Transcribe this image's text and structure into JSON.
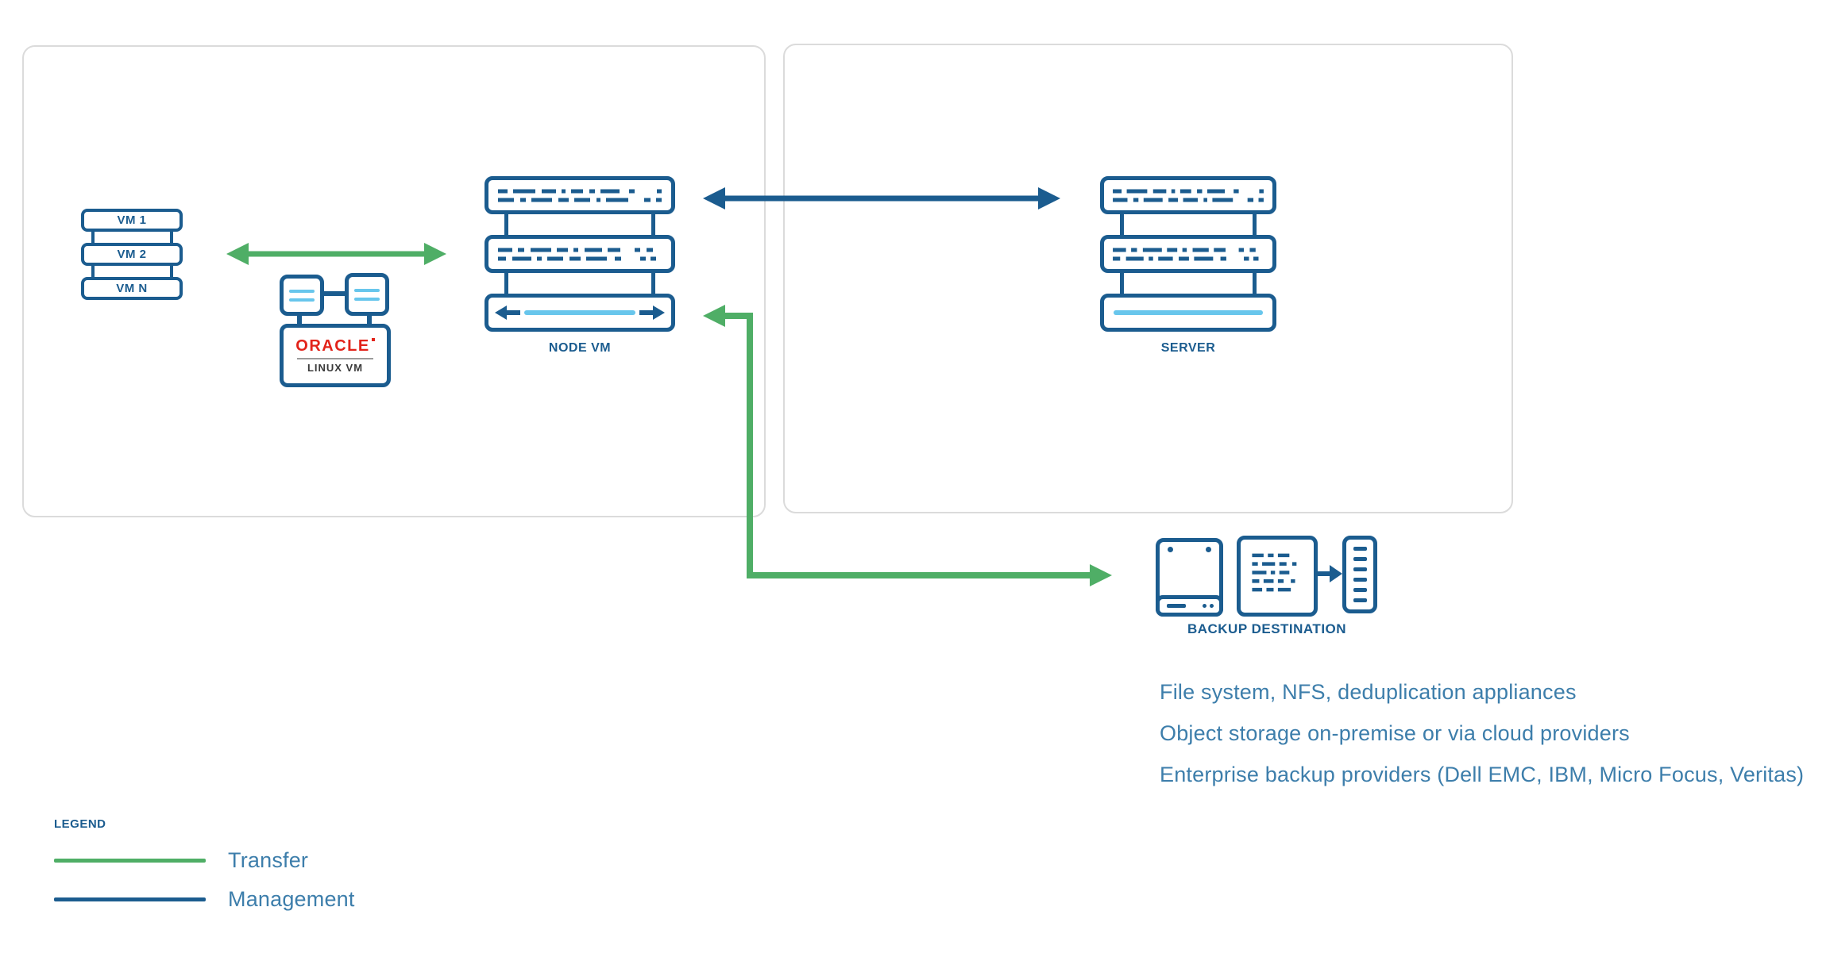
{
  "colors": {
    "navy": "#1B5C8F",
    "green": "#4FAE66",
    "light_blue": "#68C6EC",
    "steel_text": "#3D7EAB",
    "panel_border": "#DBDBDB",
    "oracle_red": "#E2231A",
    "dark_text": "#3A3A3A"
  },
  "source_panel": {
    "vm_stack": {
      "items": [
        "VM 1",
        "VM 2",
        "VM N"
      ]
    },
    "oracle_vm": {
      "brand": "ORACLE",
      "label": "LINUX VM"
    },
    "node_vm_label": "NODE VM"
  },
  "management_panel": {
    "server_label": "SERVER"
  },
  "backup_destination": {
    "label": "BACKUP DESTINATION",
    "notes": [
      "File system, NFS, deduplication appliances",
      "Object storage on-premise or via cloud providers",
      "Enterprise backup providers (Dell EMC, IBM, Micro Focus, Veritas)"
    ]
  },
  "legend": {
    "title": "LEGEND",
    "items": [
      {
        "label": "Transfer",
        "color": "#4FAE66"
      },
      {
        "label": "Management",
        "color": "#1B5C8F"
      }
    ]
  }
}
